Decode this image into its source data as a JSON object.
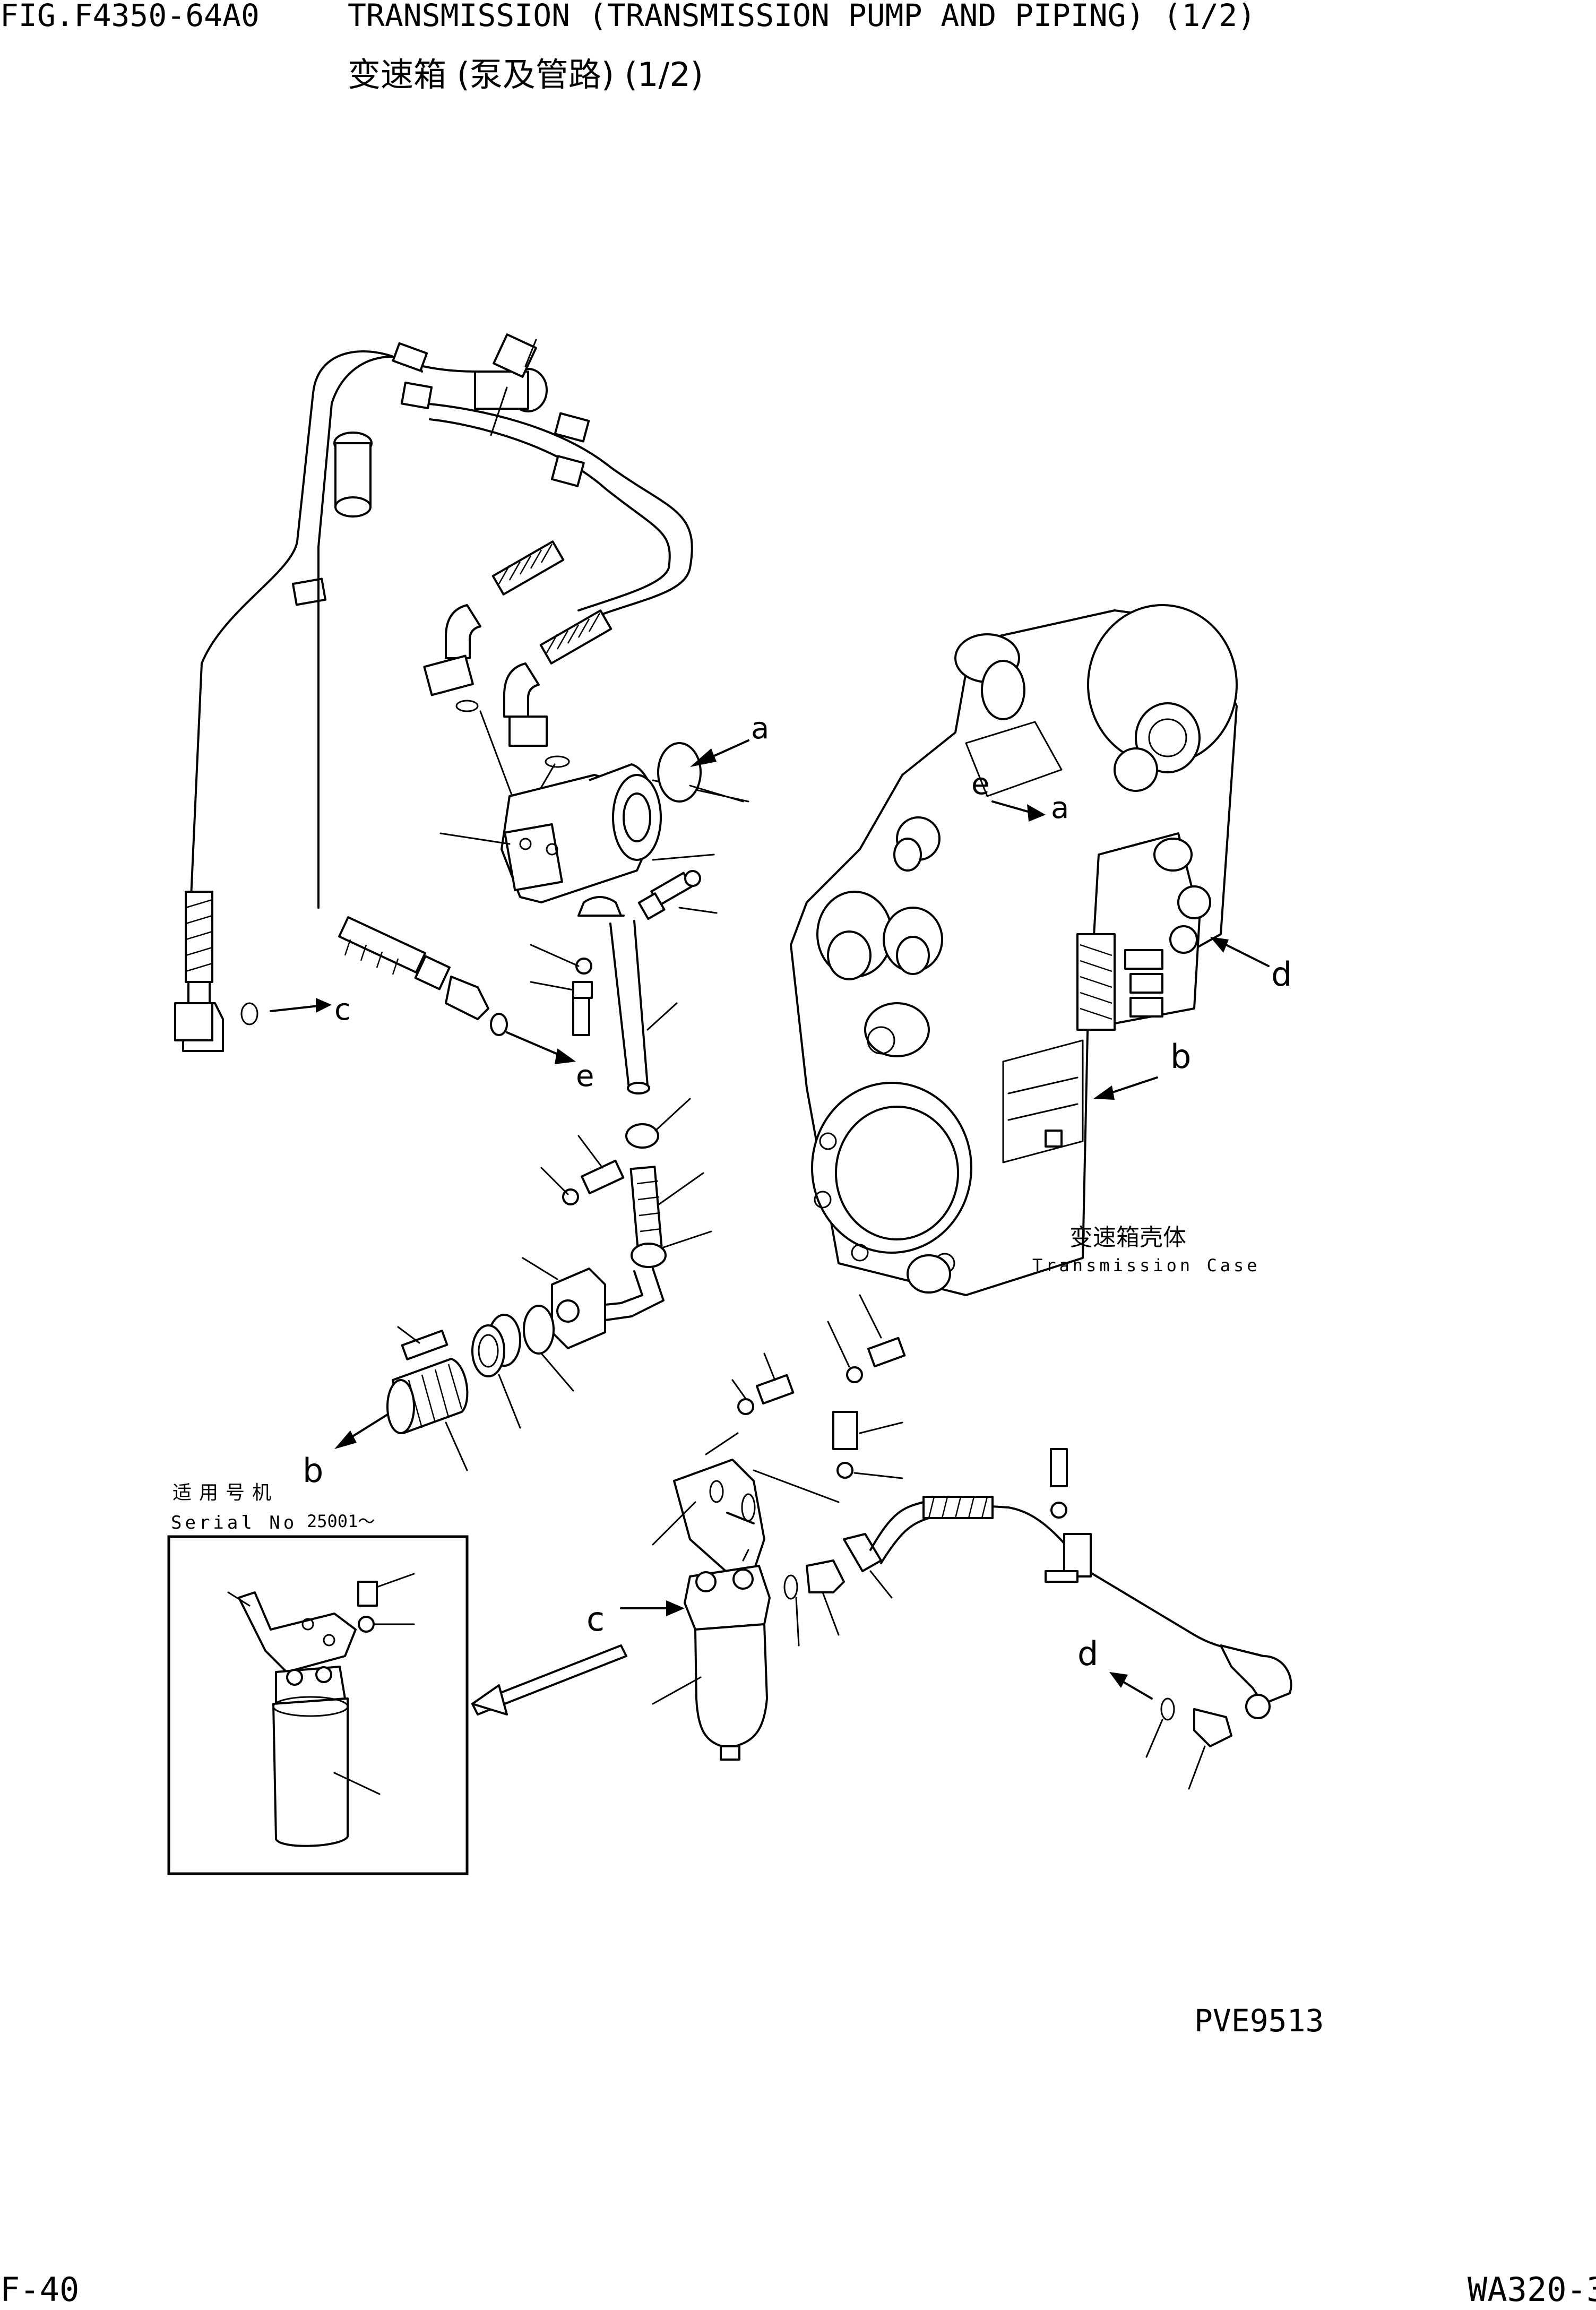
{
  "header": {
    "figure_code": "FIG.F4350-64A0",
    "title_en": "TRANSMISSION (TRANSMISSION PUMP AND PIPING) (1/2)",
    "title_cn": "变速箱 (泵及管路) (1/2)"
  },
  "callouts": {
    "a_top": "a",
    "a_case": "a",
    "b_case": "b",
    "b_filter": "b",
    "c_fitting": "c",
    "c_filter": "c",
    "d_case": "d",
    "d_hose": "d",
    "e_switch": "e",
    "e_case": "e"
  },
  "case_label": {
    "cn": "变速箱壳体",
    "en": "Transmission Case"
  },
  "inset": {
    "label_cn": "适用号机",
    "label_en": "Serial No",
    "serial_range": "25001～"
  },
  "drawing_id": "PVE9513",
  "footer": {
    "page": "F-40",
    "model": "WA320-3"
  }
}
